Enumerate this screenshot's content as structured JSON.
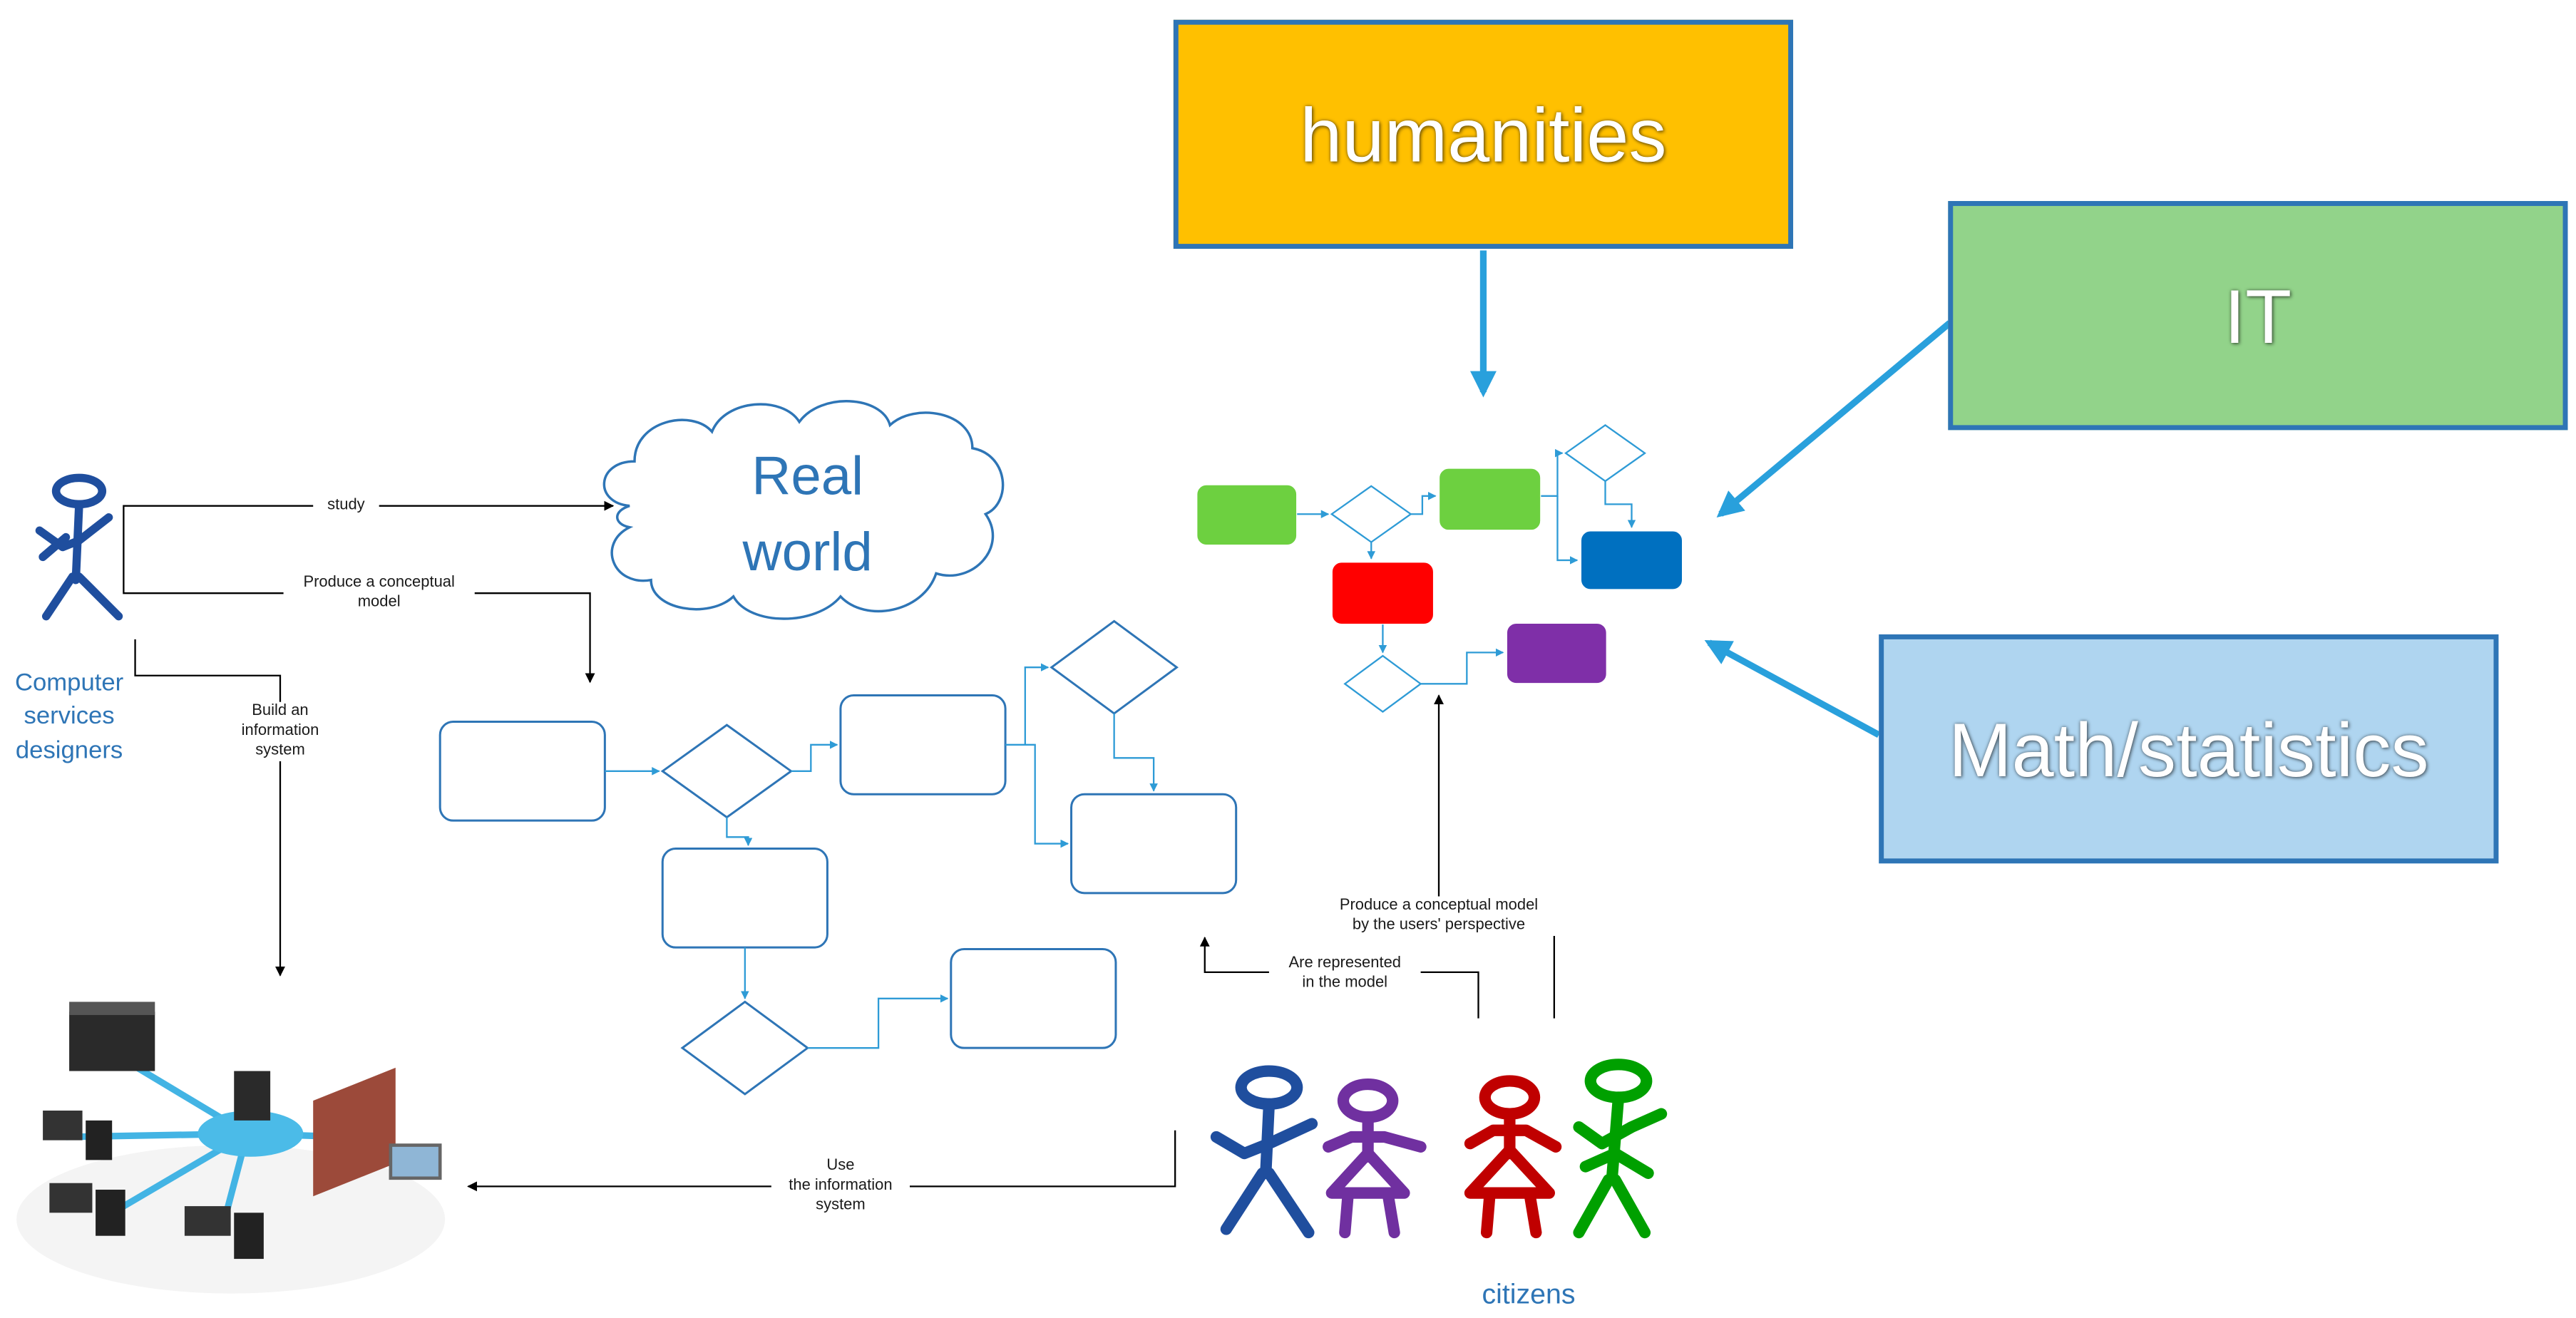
{
  "discipline_boxes": {
    "humanities": {
      "label": "humanities",
      "fill": "#ffc000",
      "border": "#2e75b6"
    },
    "it": {
      "label": "IT",
      "fill": "#92d38a",
      "border": "#2e75b6"
    },
    "math": {
      "label": "Math/statistics",
      "fill": "#afd5f0",
      "border": "#2e75b6"
    }
  },
  "actors": {
    "designers": {
      "label": "Computer\nservices\ndesigners",
      "icon": "stick-figure-icon",
      "color": "#1f4e9e"
    },
    "citizens": {
      "label": "citizens",
      "icon": "group-of-stick-figures-icon",
      "colors": [
        "#1f4e9e",
        "#7030a0",
        "#c00000",
        "#00a000"
      ]
    }
  },
  "real_world": {
    "label": "Real\nworld",
    "icon": "cloud-icon"
  },
  "connector_labels": {
    "study": "study",
    "produce_model": "Produce a conceptual\nmodel",
    "build_system": "Build an\ninformation\nsystem",
    "use_system": "Use\nthe information\nsystem",
    "represented": "Are represented\nin the model",
    "users_perspective": "Produce a conceptual model\nby the users' perspective"
  },
  "colored_flowchart_fills": [
    "#6dd040",
    "#6dd040",
    "#ff0000",
    "#0070c0",
    "#7f2fa8"
  ],
  "colors": {
    "diagram_stroke": "#2e75b6",
    "arrow": "#29a0dc",
    "connector": "#000000"
  },
  "network_icon": "computer-network-icon"
}
